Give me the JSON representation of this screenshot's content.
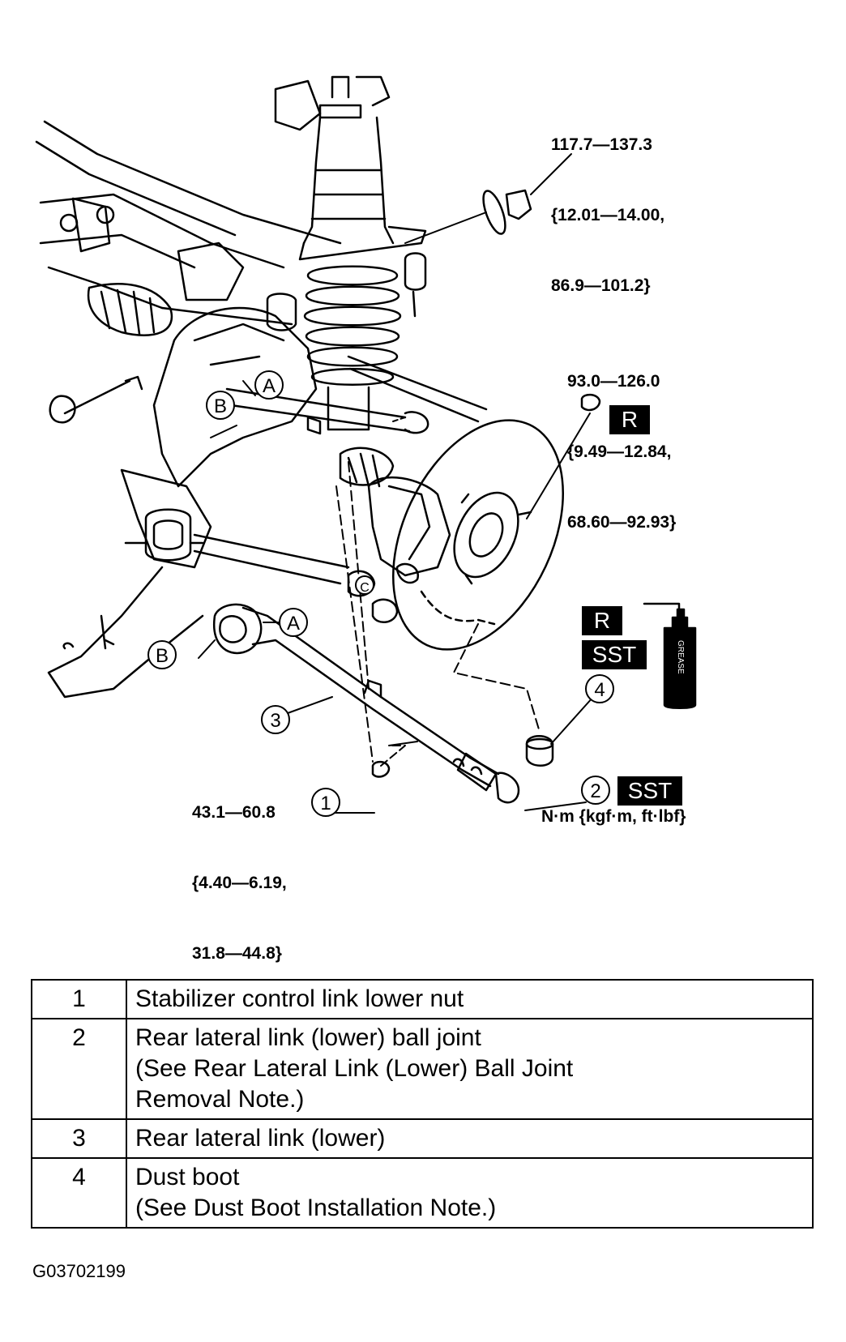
{
  "torque_specs": {
    "top": [
      "117.7—137.3",
      "{12.01—14.00,",
      "86.9—101.2}"
    ],
    "right": [
      "93.0—126.0",
      "{9.49—12.84,",
      "68.60—92.93}"
    ],
    "bottom": [
      "43.1—60.8",
      "{4.40—6.19,",
      "31.8—44.8}"
    ]
  },
  "units": "N·m {kgf·m, ft·lbf}",
  "tags": {
    "r": "R",
    "sst": "SST"
  },
  "grease_label": "GREASE",
  "callouts": {
    "a": "A",
    "b": "B",
    "c": "C",
    "n1": "1",
    "n2": "2",
    "n3": "3",
    "n4": "4"
  },
  "legend": [
    {
      "num": "1",
      "lines": [
        "Stabilizer control link lower nut"
      ]
    },
    {
      "num": "2",
      "lines": [
        "Rear lateral link (lower) ball joint",
        "(See  Rear Lateral Link (Lower) Ball Joint",
        "Removal Note.)"
      ]
    },
    {
      "num": "3",
      "lines": [
        "Rear lateral link (lower)"
      ]
    },
    {
      "num": "4",
      "lines": [
        "Dust boot",
        "(See  Dust Boot Installation Note.)"
      ]
    }
  ],
  "figure_code": "G03702199"
}
